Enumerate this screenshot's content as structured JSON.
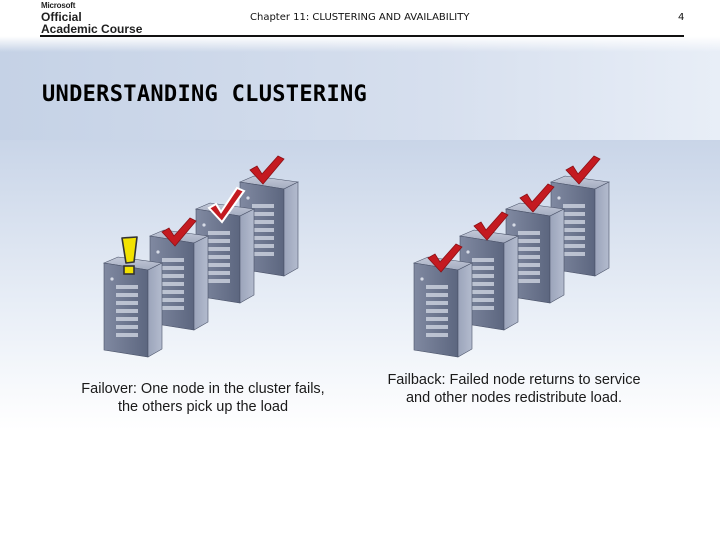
{
  "header": {
    "logo_microsoft": "Microsoft",
    "logo_official": "Official",
    "logo_course": "Academic Course",
    "chapter": "Chapter 11: CLUSTERING AND AVAILABILITY",
    "page_number": "4"
  },
  "slide": {
    "title": "UNDERSTANDING CLUSTERING"
  },
  "diagram": {
    "failover_caption_line1": "Failover: One node in the cluster fails,",
    "failover_caption_line2": "the others pick up the load",
    "failback_caption_line1": "Failback: Failed node returns to service",
    "failback_caption_line2": "and other nodes redistribute load.",
    "colors": {
      "server_body": "#6d7790",
      "check_red": "#c41a20",
      "warning_yellow": "#f2e200"
    },
    "icons": [
      "server-icon",
      "check-mark-icon",
      "exclamation-icon"
    ]
  }
}
